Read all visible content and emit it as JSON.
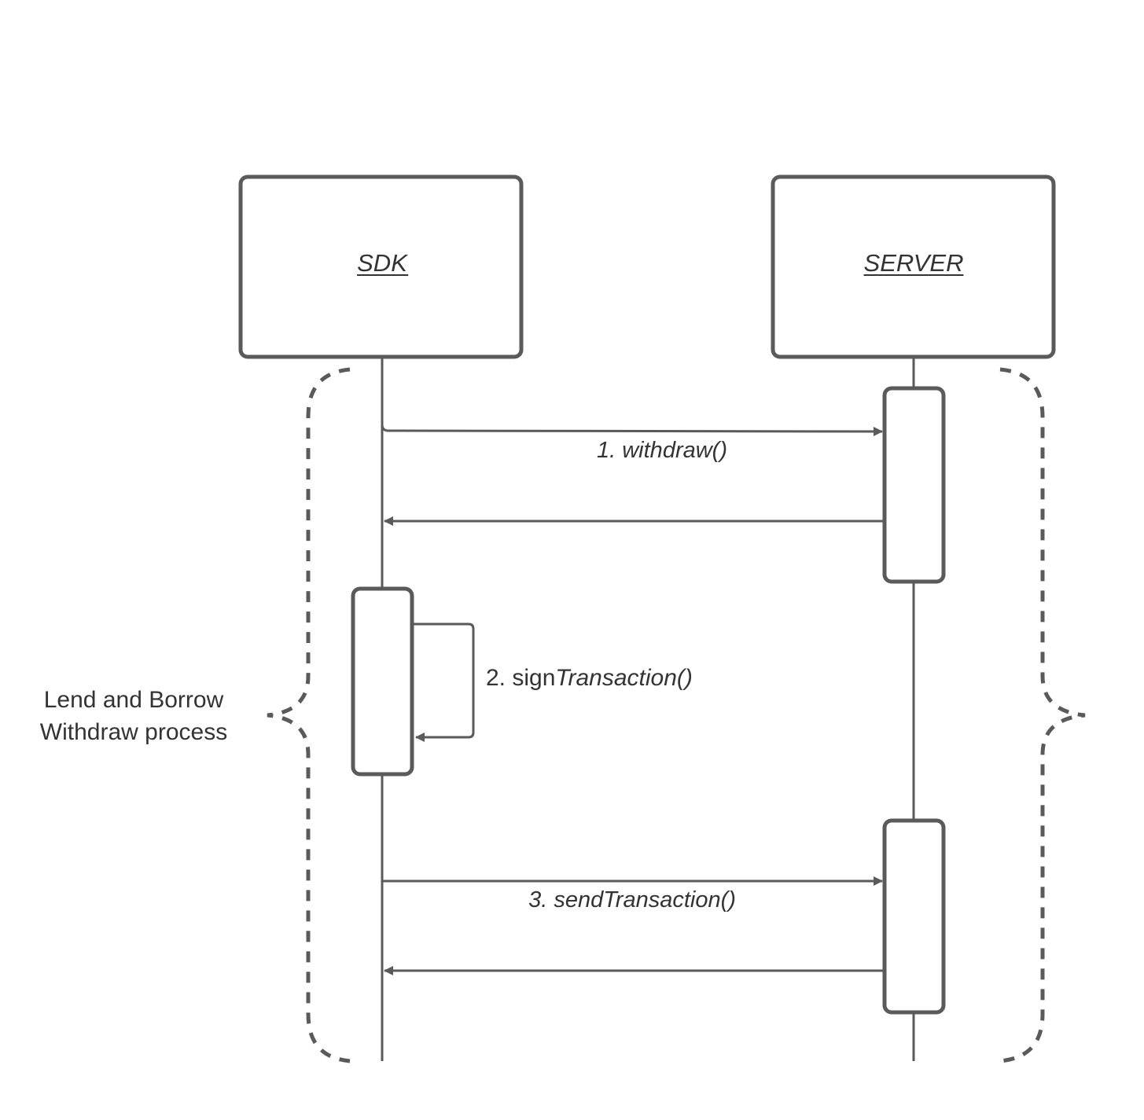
{
  "diagram": {
    "type": "sequence",
    "participants": [
      {
        "id": "sdk",
        "label": "SDK"
      },
      {
        "id": "server",
        "label": "SERVER"
      }
    ],
    "messages": [
      {
        "id": "m1",
        "from": "sdk",
        "to": "server",
        "label": "1. withdraw()",
        "kind": "call"
      },
      {
        "id": "m1r",
        "from": "server",
        "to": "sdk",
        "label": "",
        "kind": "return"
      },
      {
        "id": "m2",
        "from": "sdk",
        "to": "sdk",
        "label_prefix": "2. sign",
        "label_italic": "Transaction()",
        "kind": "self"
      },
      {
        "id": "m3",
        "from": "sdk",
        "to": "server",
        "label": "3. sendTransaction()",
        "kind": "call"
      },
      {
        "id": "m3r",
        "from": "server",
        "to": "sdk",
        "label": "",
        "kind": "return"
      }
    ],
    "group": {
      "label_line1": "Lend and Borrow",
      "label_line2": "Withdraw process"
    },
    "colors": {
      "stroke": "#5a5a5a",
      "text": "#333333",
      "background": "#ffffff"
    }
  }
}
